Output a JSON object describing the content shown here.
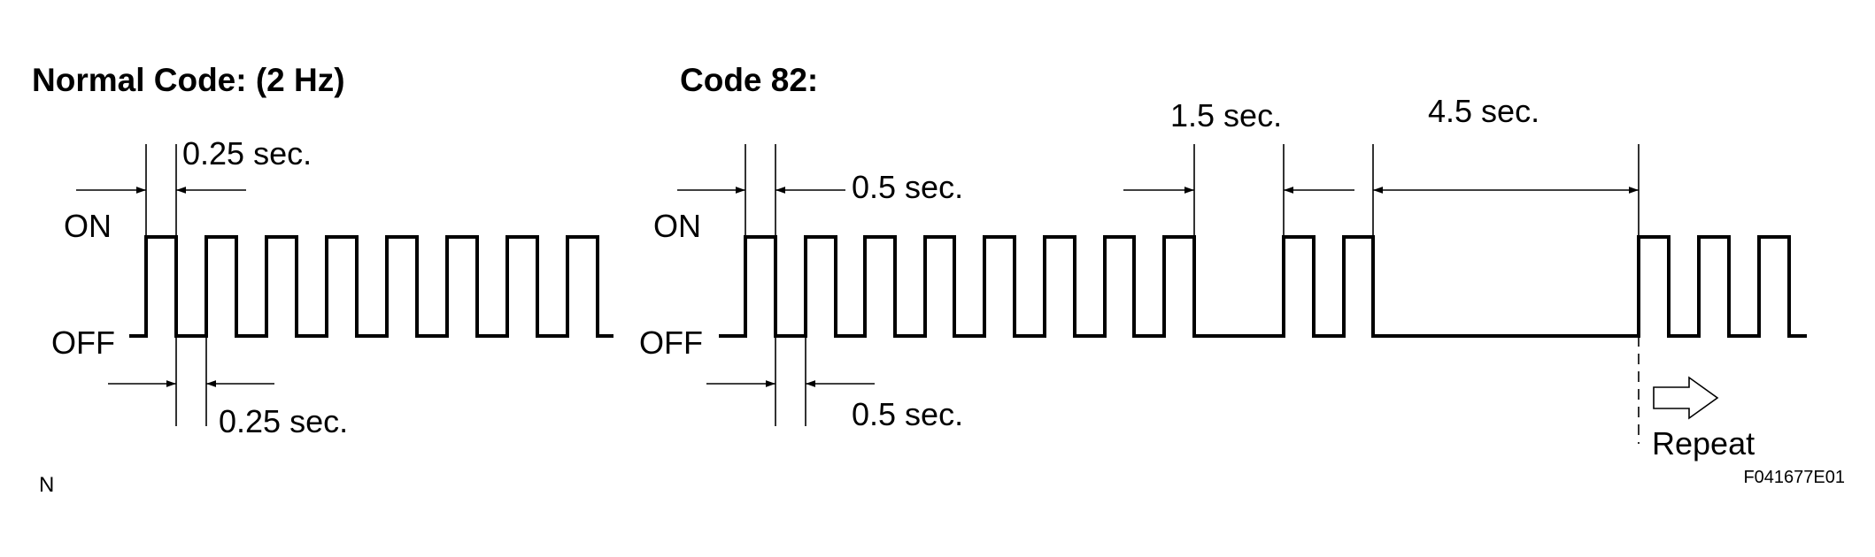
{
  "normal": {
    "title": "Normal Code: (2 Hz)",
    "on_label": "ON",
    "off_label": "OFF",
    "top_timing": "0.25 sec.",
    "bottom_timing": "0.25 sec."
  },
  "code82": {
    "title": "Code 82:",
    "on_label": "ON",
    "off_label": "OFF",
    "top_timing": "0.5 sec.",
    "bottom_timing": "0.5 sec.",
    "gap_short": "1.5 sec.",
    "gap_long": "4.5 sec.",
    "repeat_label": "Repeat"
  },
  "footer": {
    "left_mark": "N",
    "figure_id": "F041677E01"
  },
  "colors": {
    "line": "#000000",
    "background": "#ffffff"
  },
  "icons": {
    "repeat": "hollow-right-arrow-icon"
  }
}
